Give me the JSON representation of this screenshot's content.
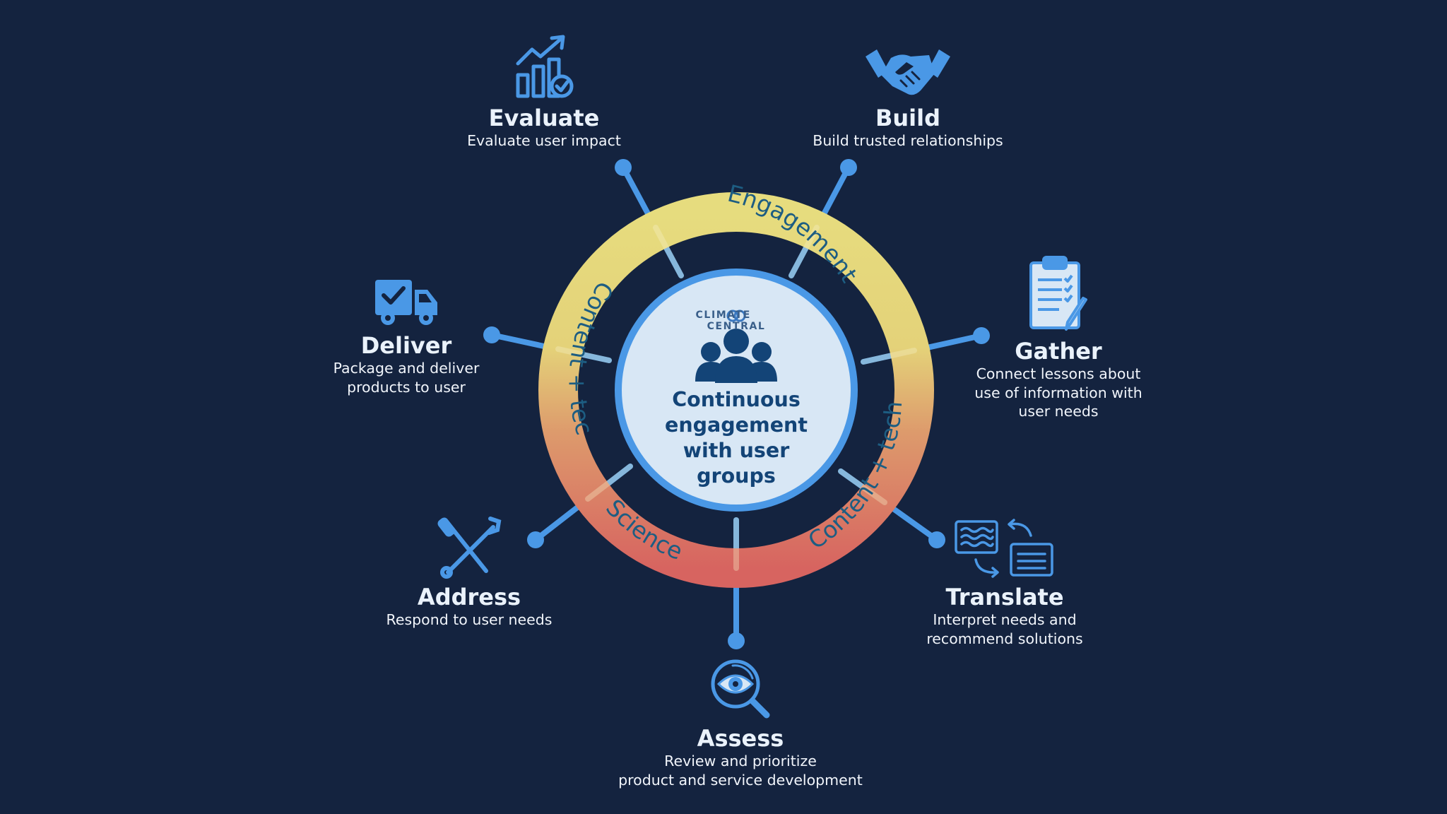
{
  "colors": {
    "background": "#14233f",
    "accent_blue": "#4a98e6",
    "ring_yellow": "#e3d77a",
    "ring_red": "#d86a62",
    "center_fill": "#d8e7f5",
    "center_text": "#134477"
  },
  "center": {
    "brand_left": "CLIMATE",
    "brand_right": "CENTRAL",
    "title": "Continuous\nengagement\nwith user\ngroups"
  },
  "ring": {
    "engagement": "Engagement",
    "content_tech_left": "Content + tech",
    "content_tech_right": "Content + tech",
    "science": "Science"
  },
  "nodes": {
    "evaluate": {
      "icon": "growth-chart-icon",
      "title": "Evaluate",
      "desc": "Evaluate user impact"
    },
    "build": {
      "icon": "handshake-icon",
      "title": "Build",
      "desc": "Build trusted relationships"
    },
    "gather": {
      "icon": "clipboard-icon",
      "title": "Gather",
      "desc": "Connect lessons about\nuse of information with\nuser needs"
    },
    "translate": {
      "icon": "translate-docs-icon",
      "title": "Translate",
      "desc": "Interpret needs and\nrecommend solutions"
    },
    "assess": {
      "icon": "eye-magnifier-icon",
      "title": "Assess",
      "desc": "Review and prioritize\nproduct and service development"
    },
    "address": {
      "icon": "tools-icon",
      "title": "Address",
      "desc": "Respond to user needs"
    },
    "deliver": {
      "icon": "delivery-truck-icon",
      "title": "Deliver",
      "desc": "Package and deliver\nproducts to user"
    }
  }
}
